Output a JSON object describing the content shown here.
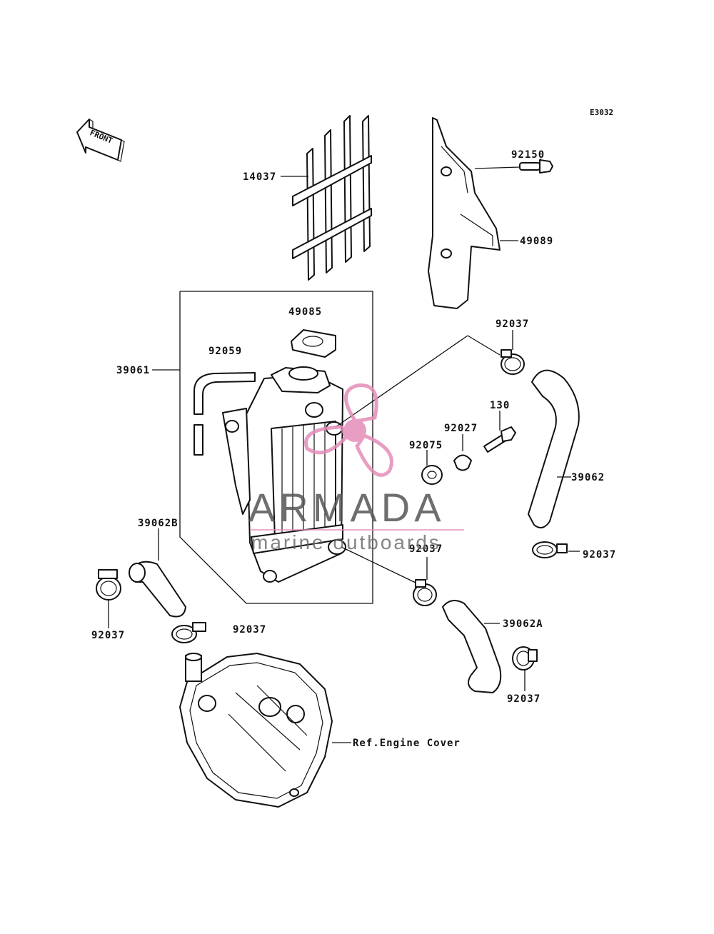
{
  "diagram_code": "E3032",
  "front_label": "FRONT",
  "parts": {
    "p14037": "14037",
    "p92150": "92150",
    "p49089": "49089",
    "p49085": "49085",
    "p92059": "92059",
    "p39061": "39061",
    "p92037_top": "92037",
    "p130": "130",
    "p92027": "92027",
    "p92075": "92075",
    "p39062": "39062",
    "p92037_right": "92037",
    "p39062B": "39062B",
    "p92037_mid": "92037",
    "p92037_left": "92037",
    "p92037_lower": "92037",
    "p39062A": "39062A",
    "p92037_bottom": "92037",
    "ref_engine_cover": "Ref.Engine Cover"
  },
  "watermark": {
    "title": "ARMADA",
    "subtitle": "marine outboards",
    "logo_color": "#e58cb8"
  }
}
